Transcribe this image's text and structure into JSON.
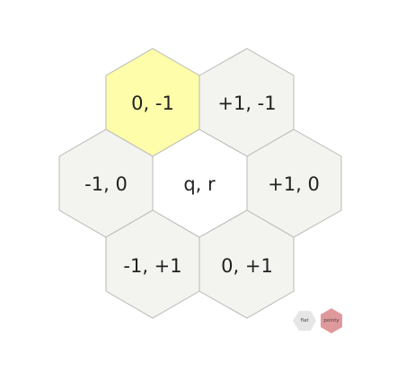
{
  "hexes": [
    {
      "id": "0,-1",
      "label": "0, -1",
      "fill": "#fdfdaa",
      "highlighted": true
    },
    {
      "id": "+1,-1",
      "label": "+1, -1",
      "fill": "#f3f3f0",
      "highlighted": false
    },
    {
      "id": "-1,0",
      "label": "-1, 0",
      "fill": "#f3f3f0",
      "highlighted": false
    },
    {
      "id": "center",
      "label": "q, r",
      "fill": "#ffffff",
      "highlighted": false
    },
    {
      "id": "+1,0",
      "label": "+1, 0",
      "fill": "#f3f3f0",
      "highlighted": false
    },
    {
      "id": "-1,+1",
      "label": "-1, +1",
      "fill": "#f3f3f0",
      "highlighted": false
    },
    {
      "id": "0,+1",
      "label": "0, +1",
      "fill": "#f3f3f0",
      "highlighted": false
    }
  ],
  "orientation_toggle": {
    "flat": {
      "label": "flat",
      "color": "#e6e6e6",
      "active": false
    },
    "pointy": {
      "label": "pointy",
      "color": "#e0999b",
      "active": true
    }
  },
  "colors": {
    "stroke": "#b8b8b4"
  }
}
